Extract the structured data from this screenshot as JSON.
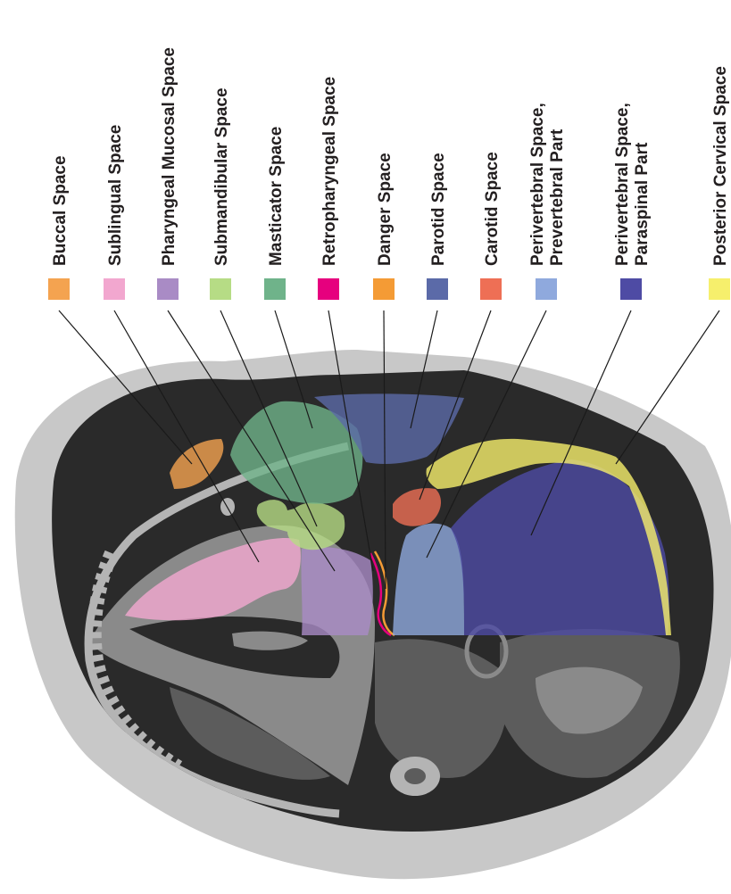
{
  "legend": [
    {
      "id": "buccal",
      "lines": [
        "Buccal Space"
      ],
      "color": "#f4a350"
    },
    {
      "id": "sublingual",
      "lines": [
        "Sublingual Space"
      ],
      "color": "#f2a7cf"
    },
    {
      "id": "pharyngeal-mucosal",
      "lines": [
        "Pharyngeal Mucosal Space"
      ],
      "color": "#a98bc5"
    },
    {
      "id": "submandibular",
      "lines": [
        "Submandibular Space"
      ],
      "color": "#b6dc85"
    },
    {
      "id": "masticator",
      "lines": [
        "Masticator Space"
      ],
      "color": "#6fb38a"
    },
    {
      "id": "retropharyngeal",
      "lines": [
        "Retropharyngeal Space"
      ],
      "color": "#e6007e"
    },
    {
      "id": "danger",
      "lines": [
        "Danger Space"
      ],
      "color": "#f49b35"
    },
    {
      "id": "parotid",
      "lines": [
        "Parotid Space"
      ],
      "color": "#5b6aa8"
    },
    {
      "id": "carotid",
      "lines": [
        "Carotid Space"
      ],
      "color": "#ee6f55"
    },
    {
      "id": "perivertebral-prevertebral",
      "lines": [
        "Perivertebral Space,",
        "Prevertebral Part"
      ],
      "color": "#8fa9dd"
    },
    {
      "id": "perivertebral-paraspinal",
      "lines": [
        "Perivertebral Space,",
        "Paraspinal Part"
      ],
      "color": "#4e4ba4"
    },
    {
      "id": "posterior-cervical",
      "lines": [
        "Posterior Cervical Space"
      ],
      "color": "#f6ef6c"
    }
  ],
  "colors": {
    "outer_halo": "#c8c8c8",
    "neck_dark": "#2a2a2a",
    "soft_gray": "#8a8a8a",
    "mid_gray": "#5c5c5c",
    "light_gray": "#b4b4b4",
    "leader_line": "#1a1a1a"
  }
}
